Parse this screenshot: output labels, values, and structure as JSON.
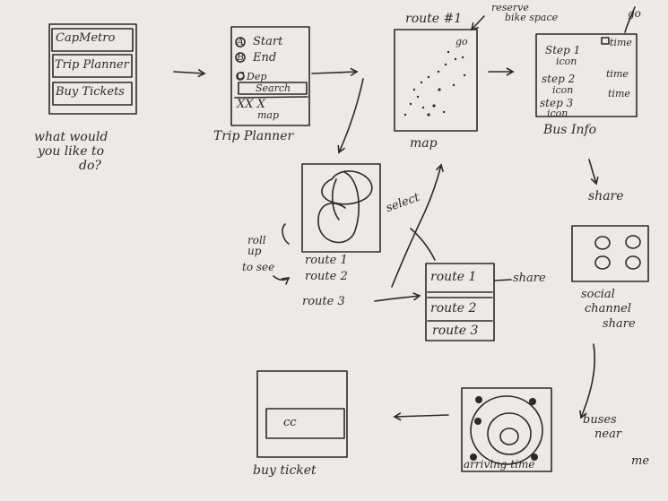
{
  "frames": {
    "start": {
      "caption": "what would you like to do?",
      "caption_lines": [
        "what would",
        "you like to",
        "do?"
      ],
      "buttons": [
        "CapMetro",
        "Trip Planner",
        "Buy Tickets"
      ]
    },
    "trip_planner": {
      "caption": "Trip Planner",
      "fields": [
        "Start",
        "End",
        "Dep"
      ],
      "markers": [
        "A",
        "B",
        "C"
      ],
      "search_label": "Search",
      "map_label": "map",
      "map_marks": "XX X"
    },
    "map": {
      "caption": "map",
      "header": "route #1",
      "annotation_lines": [
        "reserve",
        "bike space"
      ],
      "go_label": "go"
    },
    "bus_info": {
      "caption": "Bus Info",
      "go_label": "go",
      "steps": [
        {
          "label": "Step 1",
          "icon": "icon",
          "time": "time"
        },
        {
          "label": "step 2",
          "icon": "icon",
          "time": "time"
        },
        {
          "label": "step 3",
          "icon": "icon",
          "time": "time"
        }
      ]
    },
    "share": {
      "label": "share",
      "caption_lines": [
        "social",
        "channel",
        "share"
      ]
    },
    "routes_map": {
      "side_note_lines": [
        "roll",
        "up",
        "to see"
      ],
      "routes": [
        "route 1",
        "route 2",
        "route 3"
      ],
      "select_label": "select"
    },
    "routes_list": {
      "rows": [
        "route 1",
        "route 2",
        "route 3"
      ],
      "share_label": "share"
    },
    "buses_near": {
      "caption": "buses near me",
      "caption_lines": [
        "buses",
        "near",
        "me"
      ],
      "arriving_label": "arriving time"
    },
    "buy_ticket": {
      "caption": "buy ticket",
      "card_label": "cc"
    }
  },
  "colors": {
    "ink": "#2a2a2a",
    "paper": "#eceae6"
  }
}
